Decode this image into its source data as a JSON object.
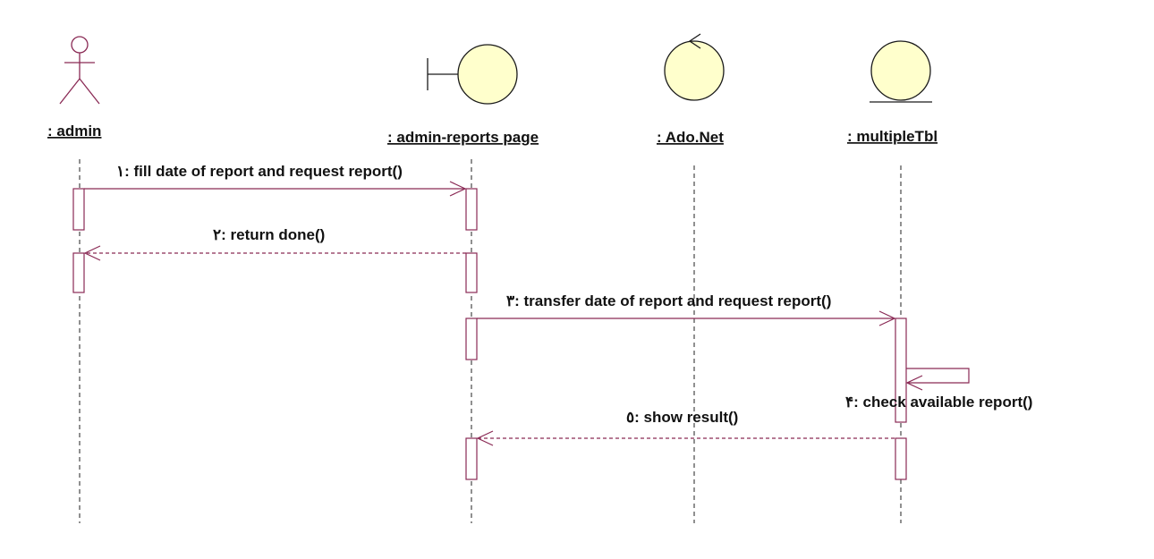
{
  "diagram": {
    "type": "sequence",
    "colors": {
      "actor_stroke": "#8a2a55",
      "object_fill": "#ffffcc",
      "object_stroke": "#1a1a1a",
      "message_stroke": "#8a2a55",
      "lifeline_stroke": "#222222",
      "activation_fill": "#ffffff",
      "activation_stroke": "#8a2a55",
      "text": "#111111"
    },
    "participants": [
      {
        "id": "admin",
        "label": ": admin",
        "kind": "actor"
      },
      {
        "id": "page",
        "label": ": admin-reports page",
        "kind": "boundary"
      },
      {
        "id": "ado",
        "label": ": Ado.Net",
        "kind": "control"
      },
      {
        "id": "tbl",
        "label": ": multipleTbl",
        "kind": "entity"
      }
    ],
    "messages": [
      {
        "label": "١: fill date of report and request report()",
        "from": "admin",
        "to": "page",
        "style": "sync"
      },
      {
        "label": "٢: return done()",
        "from": "page",
        "to": "admin",
        "style": "return"
      },
      {
        "label": "٣: transfer date of report and request report()",
        "from": "page",
        "to": "tbl",
        "style": "sync"
      },
      {
        "label": "۴: check available report()",
        "from": "tbl",
        "to": "tbl",
        "style": "self"
      },
      {
        "label": "٥: show result()",
        "from": "tbl",
        "to": "page",
        "style": "return"
      }
    ]
  }
}
